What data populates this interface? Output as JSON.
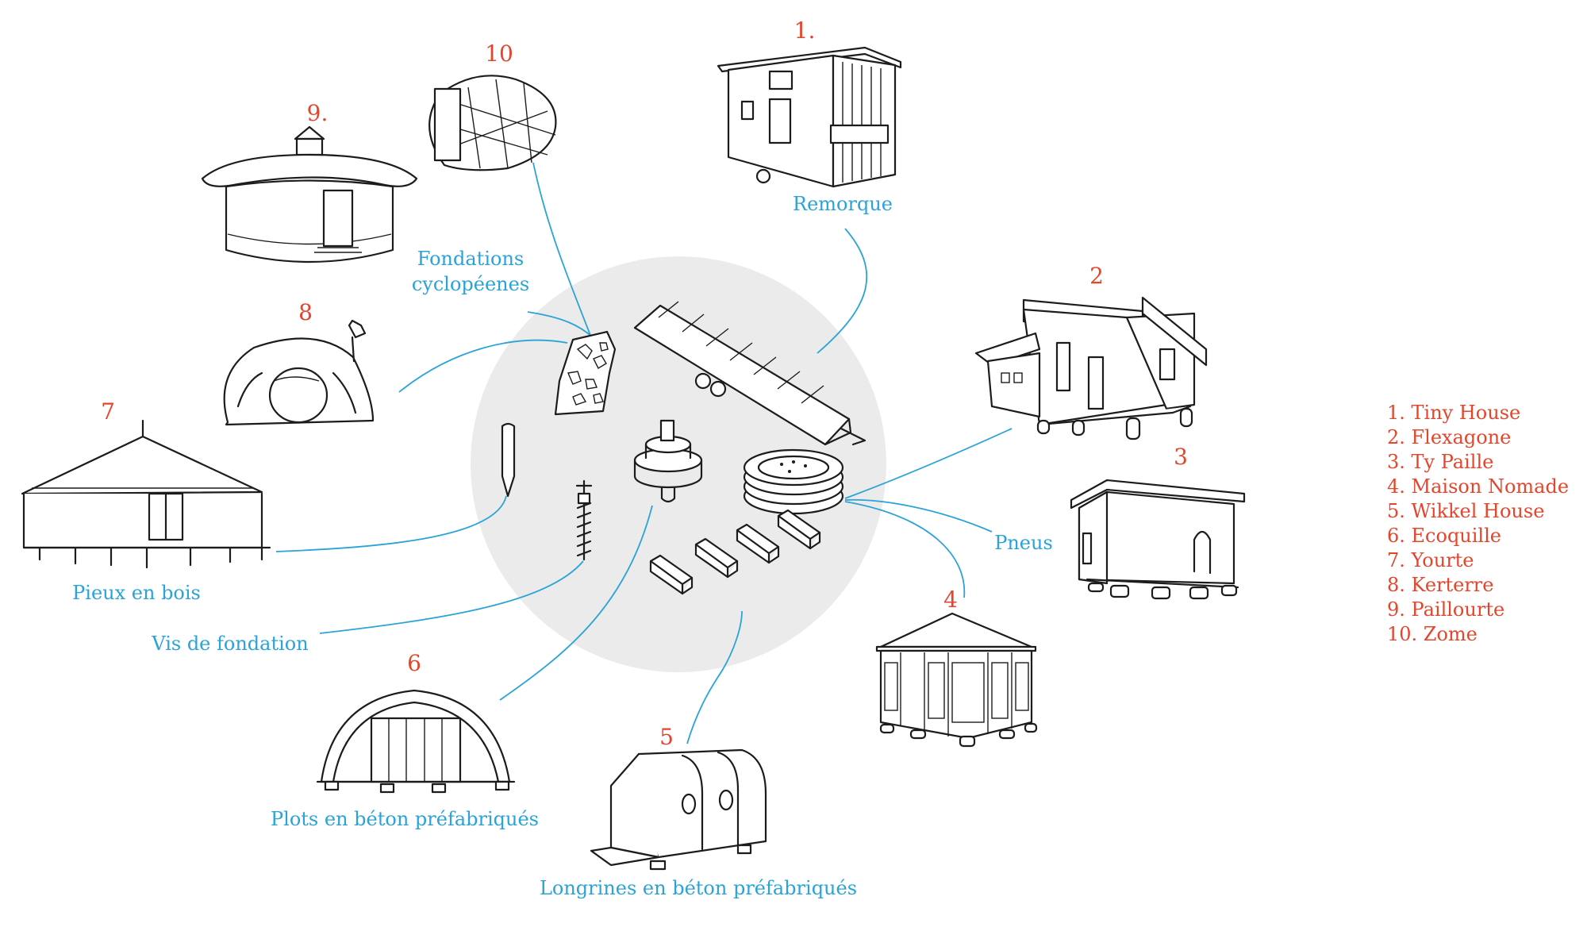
{
  "houses": [
    {
      "number": "1.",
      "name": "Tiny House"
    },
    {
      "number": "2",
      "name": "Flexagone"
    },
    {
      "number": "3",
      "name": "Ty Paille"
    },
    {
      "number": "4",
      "name": "Maison Nomade"
    },
    {
      "number": "5",
      "name": "Wikkel House"
    },
    {
      "number": "6",
      "name": "Ecoquille"
    },
    {
      "number": "7",
      "name": "Yourte"
    },
    {
      "number": "8",
      "name": "Kerterre"
    },
    {
      "number": "9.",
      "name": "Paillourte"
    },
    {
      "number": "10",
      "name": "Zome"
    }
  ],
  "foundations": {
    "remorque": "Remorque",
    "cyclopeenes_line1": "Fondations",
    "cyclopeenes_line2": "cyclopéenes",
    "pneus": "Pneus",
    "pieux": "Pieux en bois",
    "vis": "Vis de fondation",
    "plots": "Plots en béton préfabriqués",
    "longrines": "Longrines en béton préfabriqués"
  },
  "legend": [
    "1. Tiny House",
    "2. Flexagone",
    "3. Ty Paille",
    "4. Maison Nomade",
    "5. Wikkel House",
    "6. Ecoquille",
    "7. Yourte",
    "8. Kerterre",
    "9. Paillourte",
    "10. Zome"
  ],
  "colors": {
    "number": "#e5452b",
    "label": "#2aa3d8",
    "ink": "#1c1c1c",
    "center_disc": "#ebebeb"
  },
  "icons": [
    "trailer-icon",
    "cyclopean-stones-icon",
    "wood-stake-icon",
    "foundation-screw-icon",
    "concrete-pad-icon",
    "tire-stack-icon",
    "concrete-beam-icon"
  ]
}
